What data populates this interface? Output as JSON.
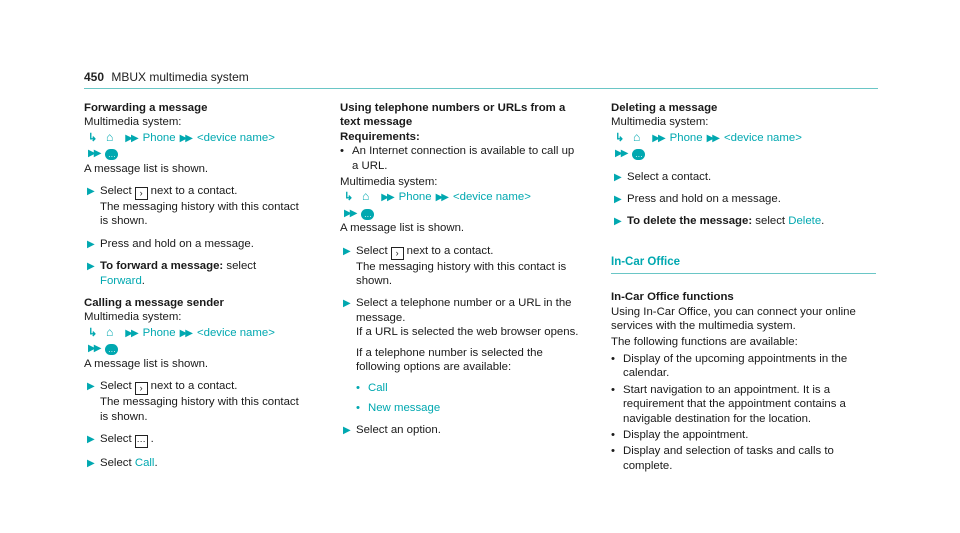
{
  "header": {
    "page_number": "450",
    "title": "MBUX multimedia system"
  },
  "icons": {
    "home": "home-icon",
    "messages": "message-bubble-icon",
    "next": "chevron-right-box-icon",
    "more": "more-dots-icon"
  },
  "common": {
    "phone": "Phone",
    "device": "<device name>",
    "msms": "Multimedia system:"
  },
  "col1": {
    "h1": "Forwarding a message",
    "list_shown": "A message list is shown.",
    "s1_pre": "Select",
    "s1_post": "next to a contact.",
    "s1_line2": "The messaging history with this contact is shown.",
    "s2": "Press and hold on a message.",
    "s3_bold": "To forward a message:",
    "s3_pre": "select",
    "s3_link": "Forward",
    "h2": "Calling a message sender",
    "list_shown2": "A message list is shown.",
    "c1_pre": "Select",
    "c1_post": "next to a contact.",
    "c1_line2": "The messaging history with this contact is shown.",
    "c2_pre": "Select",
    "c2_post": ".",
    "c3_pre": "Select",
    "c3_link": "Call"
  },
  "col2": {
    "h1": "Using telephone numbers or URLs from a text message",
    "req": "Requirements:",
    "req1": "An Internet connection is available to call up a URL.",
    "msms": "Multimedia system:",
    "list_shown": "A message list is shown.",
    "s1_pre": "Select",
    "s1_post": "next to a contact.",
    "s1_line2": "The messaging history with this contact is shown.",
    "s2": "Select a telephone number or a URL in the message.",
    "s2_line2": "If a URL is selected the web browser opens.",
    "s2_line3": "If a telephone number is selected the following options are available:",
    "opt1": "Call",
    "opt2": "New message",
    "s3": "Select an option."
  },
  "col3": {
    "h1": "Deleting a message",
    "s1": "Select a contact.",
    "s2": "Press and hold on a message.",
    "s3_bold": "To delete the message:",
    "s3_pre": "select",
    "s3_link": "Delete",
    "section": "In-Car Office",
    "h2": "In-Car Office functions",
    "p1": "Using In-Car Office, you can connect your online services with the multimedia system.",
    "p2": "The following functions are available:",
    "b1": "Display of the upcoming appointments in the calendar.",
    "b2": "Start navigation to an appointment. It is a requirement that the appointment contains a navigable destination for the location.",
    "b3": "Display the appointment.",
    "b4": "Display and selection of tasks and calls to complete."
  }
}
